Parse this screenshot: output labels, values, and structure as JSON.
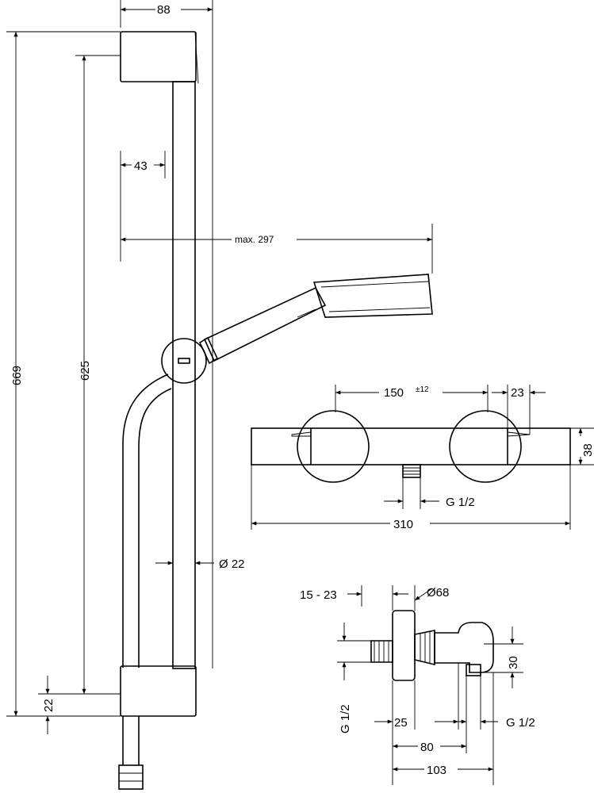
{
  "dimensions": {
    "top_width": "88",
    "total_height": "669",
    "bar_height": "625",
    "bracket_offset": "43",
    "max_reach": "max. 297",
    "pipe_diameter": "Ø 22",
    "bottom_offset": "22",
    "valve_spacing": "150",
    "valve_spacing_tol": "±12",
    "valve_edge": "23",
    "body_height": "38",
    "outlet_thread_front": "G 1/2",
    "body_length": "310",
    "eccentric_range": "15 - 23",
    "rosette_diameter": "Ø68",
    "inlet_thread_side": "G 1/2",
    "side_offset": "30",
    "side_25": "25",
    "side_80": "80",
    "side_103": "103",
    "outlet_thread_side": "G 1/2"
  }
}
